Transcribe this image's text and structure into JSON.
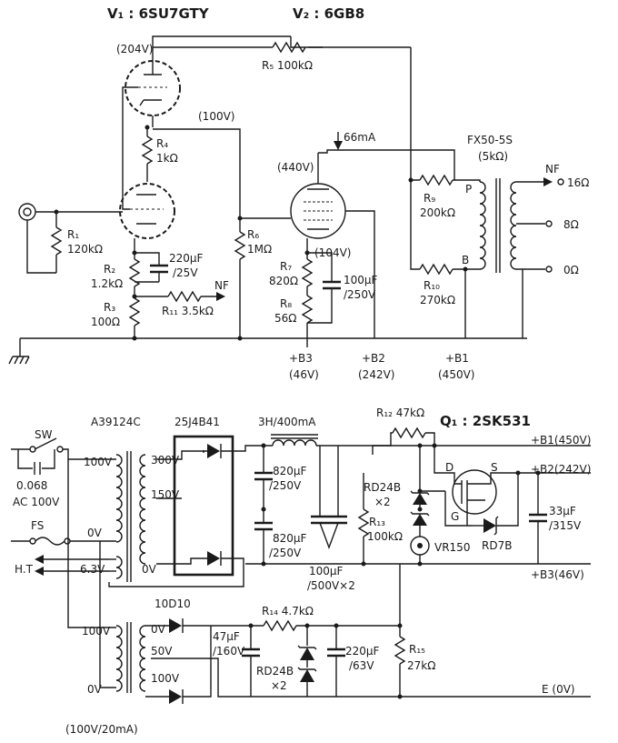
{
  "amp": {
    "v1_title": "V₁ : 6SU7GTY",
    "v2_title": "V₂ : 6GB8",
    "v_204": "(204V)",
    "v_100": "(100V)",
    "v_440": "(440V)",
    "v_104": "(104V)",
    "i_66": "66mA",
    "transformer": "FX50-5S",
    "transformer_imp": "(5kΩ)",
    "nf_out": "NF",
    "tap_16": "16Ω",
    "tap_8": "8Ω",
    "tap_0": "0Ω",
    "tap_p": "P",
    "tap_b": "B",
    "r1": "R₁",
    "r1v": "120kΩ",
    "r2": "R₂",
    "r2v": "1.2kΩ",
    "r3": "R₃",
    "r3v": "100Ω",
    "r4": "R₄",
    "r4v": "1kΩ",
    "r5": "R₅ 100kΩ",
    "r6": "R₆",
    "r6v": "1MΩ",
    "r7": "R₇",
    "r7v": "820Ω",
    "r8": "R₈",
    "r8v": "56Ω",
    "r9": "R₉",
    "r9v": "200kΩ",
    "r10": "R₁₀",
    "r10v": "270kΩ",
    "r11": "R₁₁ 3.5kΩ",
    "nf_in": "NF",
    "c220a": "220μF",
    "c220b": "/25V",
    "c100a": "100μF",
    "c100b": "/250V",
    "b3": "+B3",
    "b3v": "(46V)",
    "b2": "+B2",
    "b2v": "(242V)",
    "b1": "+B1",
    "b1v": "(450V)"
  },
  "psu": {
    "pt1": "A39124C",
    "rect": "25J4B41",
    "choke": "3H/400mA",
    "sw": "SW",
    "c068": "0.068",
    "ac": "AC 100V",
    "fs": "FS",
    "ht": "H.T",
    "v100a": "100V",
    "v0a": "0V",
    "v63": "6.3V",
    "v300": "300V",
    "v150": "150V",
    "v0b": "0V",
    "c820a1": "820μF",
    "c820a2": "/250V",
    "c820b1": "820μF",
    "c820b2": "/250V",
    "c100x2a": "100μF",
    "c100x2b": "/500V×2",
    "r12": "R₁₂ 47kΩ",
    "q1": "Q₁ : 2SK531",
    "q_d": "D",
    "q_s": "S",
    "q_g": "G",
    "rd24b": "RD24B",
    "x2": "×2",
    "r13": "R₁₃",
    "r13v": "100kΩ",
    "vr150": "VR150",
    "rd7b": "RD7B",
    "c33a": "33μF",
    "c33b": "/315V",
    "b1out": "+B1(450V)",
    "b2out": "+B2(242V)",
    "b3out": "+B3(46V)",
    "d10": "10D10",
    "r14": "R₁₄ 4.7kΩ",
    "v100c": "100V",
    "v0c": "0V",
    "t0v": "0V",
    "t50v": "50V",
    "t100v": "100V",
    "c47a": "47μF",
    "c47b": "/160V",
    "rd24b2": "RD24B",
    "x2b": "×2",
    "c220c": "220μF",
    "c220d": "/63V",
    "r15": "R₁₅",
    "r15v": "27kΩ",
    "e0v": "E (0V)",
    "pt2": "(100V/20mA)"
  }
}
